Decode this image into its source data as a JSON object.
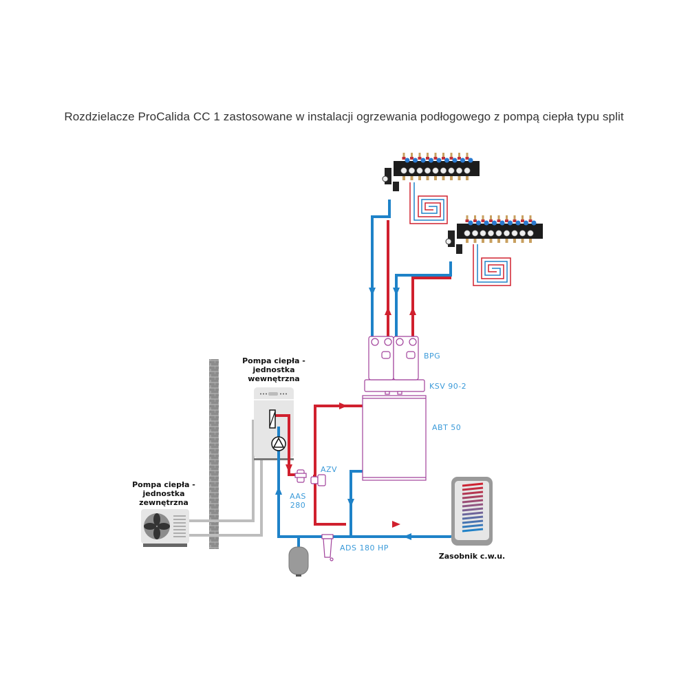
{
  "title": "Rozdzielacze ProCalida CC 1 zastosowane w instalacji ogrzewania podłogowego z pompą ciepła typu split",
  "colors": {
    "supply": "#d0202e",
    "return": "#1e82c8",
    "component_outline": "#a0409a",
    "label_blue": "#3a9ad9",
    "heat_pump_body": "#e6e6e6",
    "pipe_grey": "#bdbdbd",
    "wall": "#8c8c8c"
  },
  "labels": {
    "indoor_unit": [
      "Pompa ciepła -",
      "jednostka",
      "wewnętrzna"
    ],
    "outdoor_unit": [
      "Pompa ciepła -",
      "jednostka",
      "zewnętrzna"
    ],
    "bpg": "BPG",
    "ksv": "KSV 90-2",
    "abt": "ABT 50",
    "azv": "AZV",
    "aas": [
      "AAS",
      "280"
    ],
    "ads": "ADS 180 HP",
    "dhw_tank": "Zasobnik c.w.u."
  },
  "manifolds": [
    {
      "name": "manifold-upper",
      "circuits": 9
    },
    {
      "name": "manifold-lower",
      "circuits": 9
    }
  ]
}
